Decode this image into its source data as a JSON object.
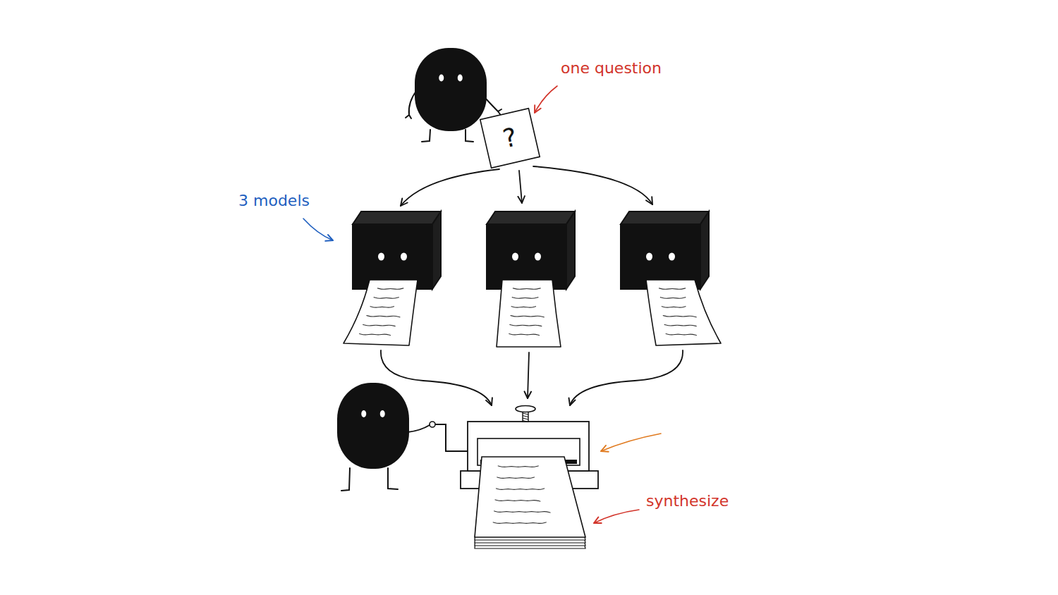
{
  "diagram": {
    "nodes": [
      {
        "text": [
          "?"
        ]
      }
    ],
    "labels": [
      "one question",
      "3 models",
      "synthesize"
    ]
  }
}
